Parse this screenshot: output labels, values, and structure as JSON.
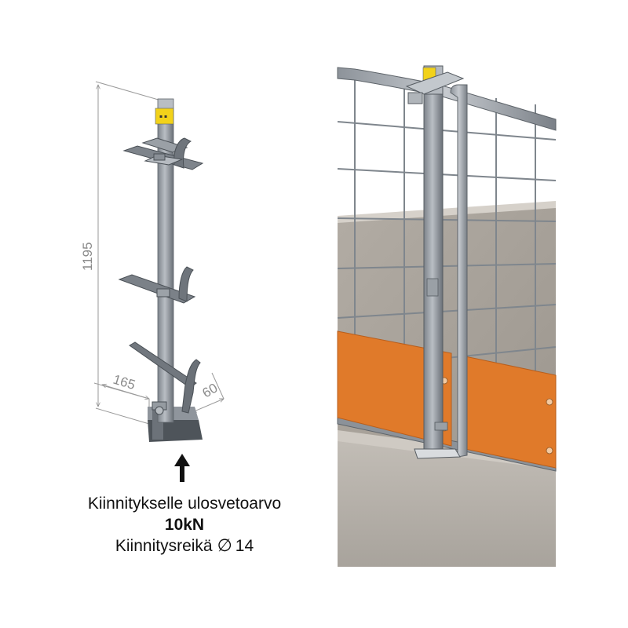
{
  "dimensions": {
    "height": "1195",
    "width": "165",
    "depth": "60"
  },
  "caption": {
    "line1": "Kiinnitykselle ulosvetoarvo",
    "line2": "10kN",
    "line3_label": "Kiinnitysreikä",
    "line3_symbol": "∅",
    "line3_value": "14"
  },
  "colors": {
    "steel": "#9ea4ab",
    "steel_dark": "#6f757c",
    "label_yellow": "#f2d21a",
    "toeboard_orange": "#e07a2a",
    "concrete": "#a8a29a",
    "dimension_gray": "#8a8a8a"
  }
}
